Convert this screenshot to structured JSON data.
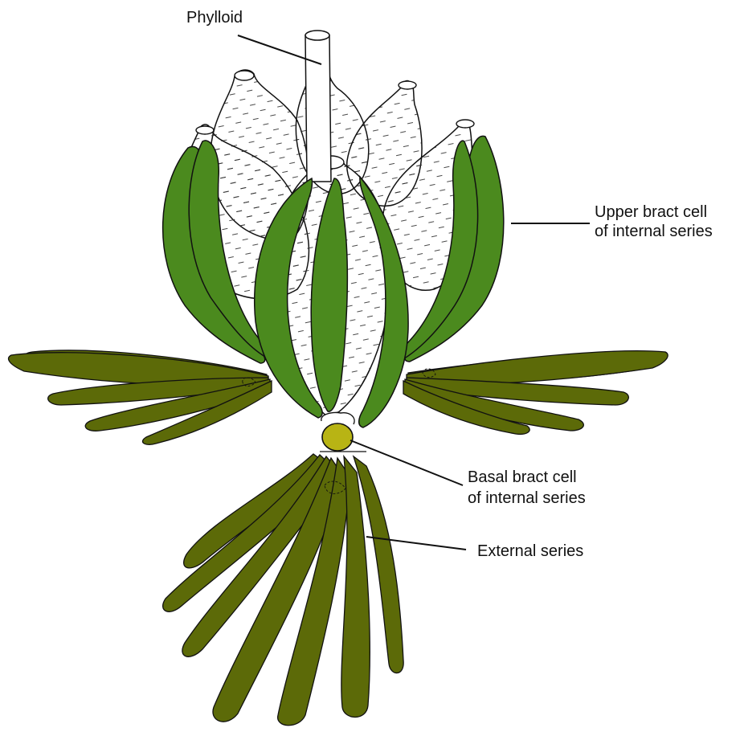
{
  "labels": {
    "phylloid": "Phylloid",
    "upper_bract_line1": "Upper bract cell",
    "upper_bract_line2": "of internal series",
    "basal_bract_line1": "Basal bract cell",
    "basal_bract_line2": "of internal series",
    "external_series": "External series"
  },
  "colors": {
    "internal_bract_green": "#4b8a1e",
    "external_series_olive": "#5c6a08",
    "basal_bract_yellow": "#b8b414",
    "oogonium_fill": "#ffffff",
    "outline": "#111111"
  }
}
